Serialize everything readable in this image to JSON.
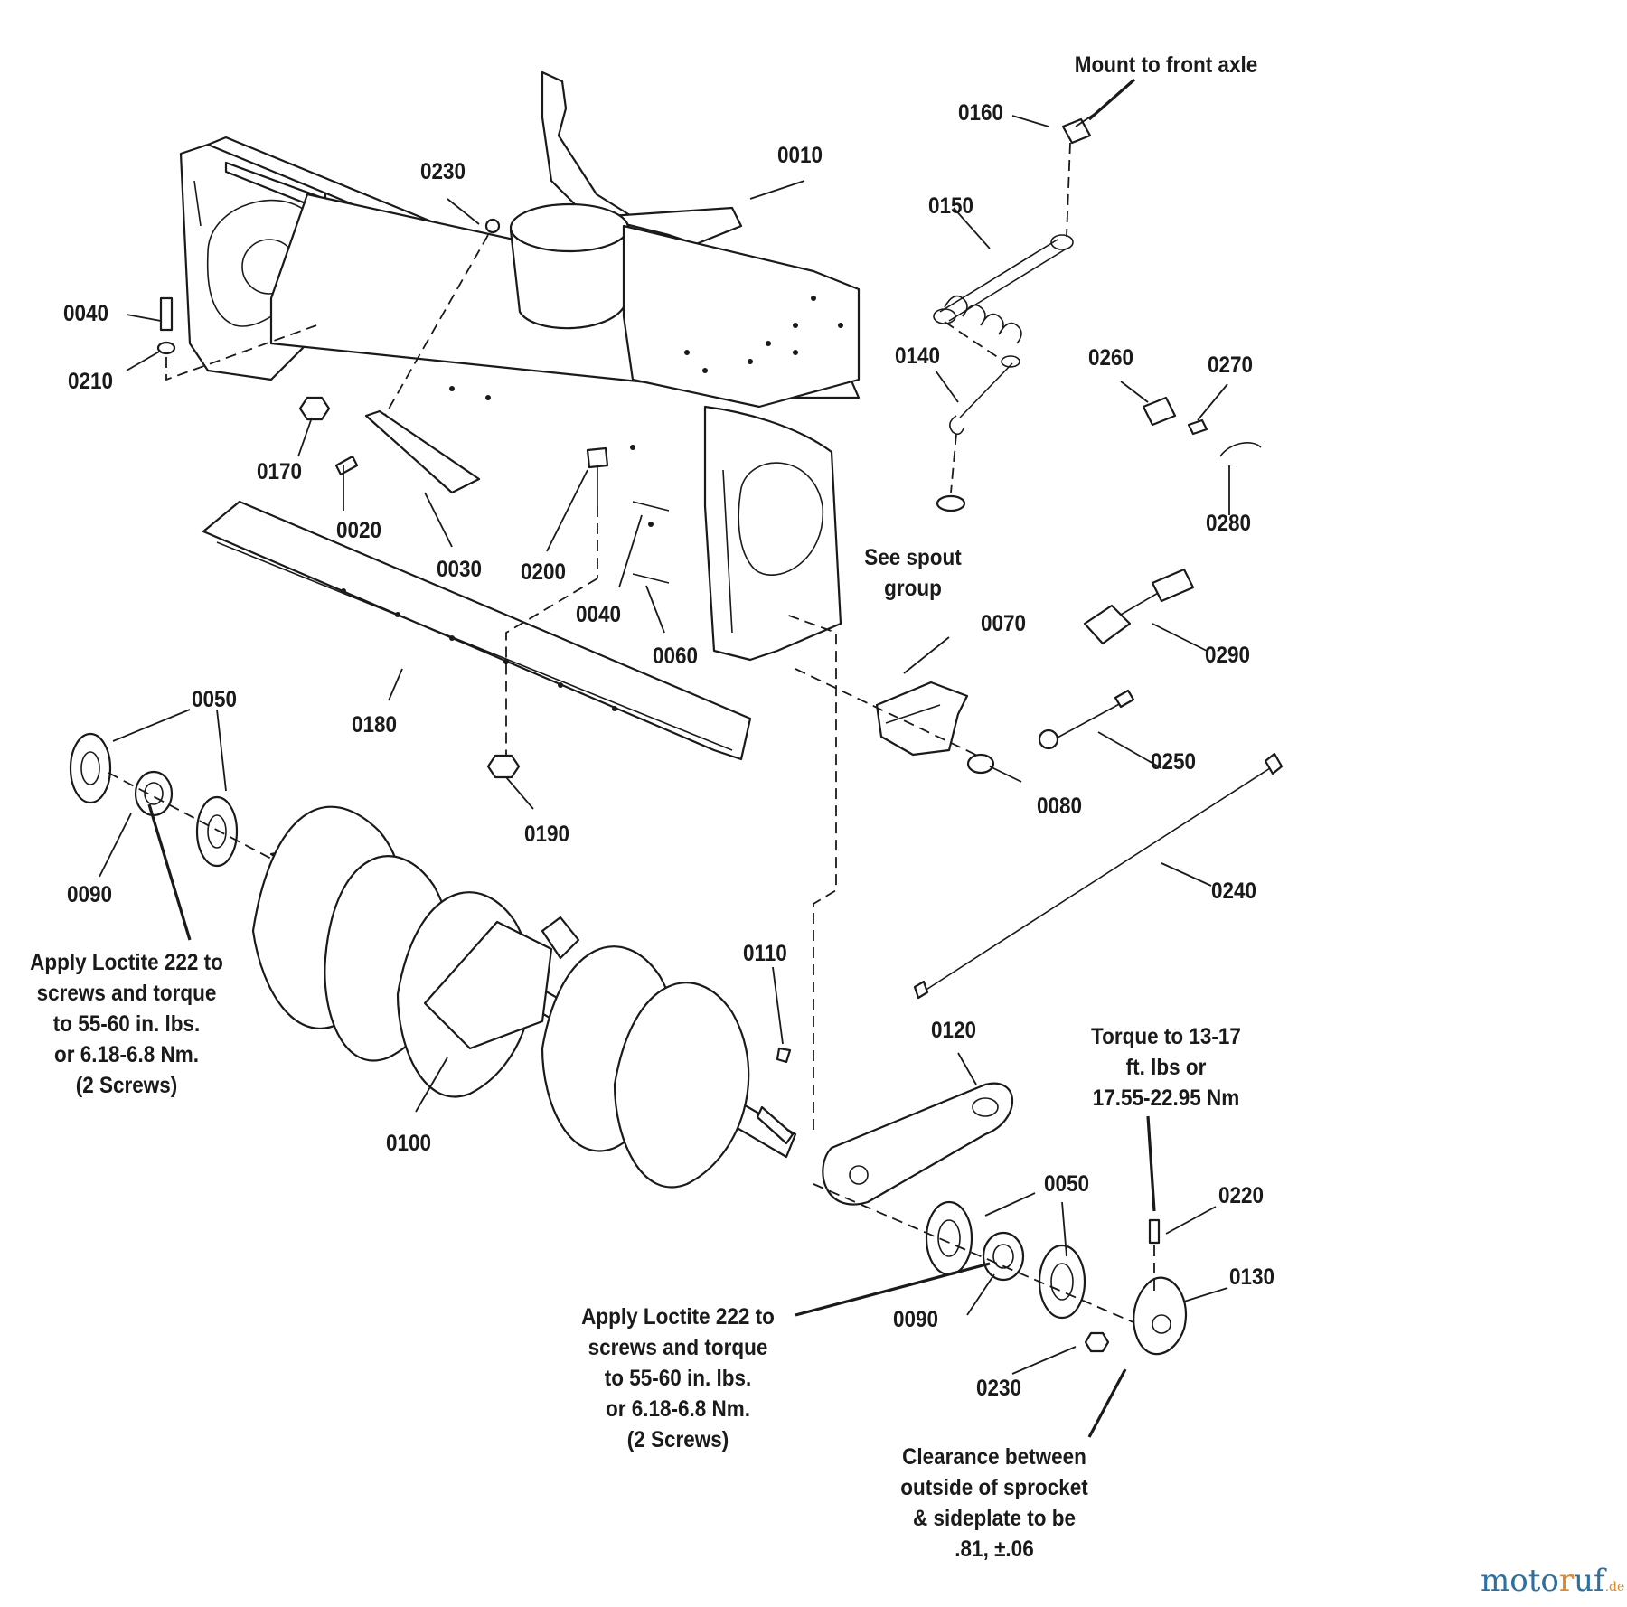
{
  "parts": [
    {
      "id": "p0010",
      "label": "0010"
    },
    {
      "id": "p0020",
      "label": "0020"
    },
    {
      "id": "p0030",
      "label": "0030"
    },
    {
      "id": "p0040a",
      "label": "0040"
    },
    {
      "id": "p0040b",
      "label": "0040"
    },
    {
      "id": "p0050a",
      "label": "0050"
    },
    {
      "id": "p0050b",
      "label": "0050"
    },
    {
      "id": "p0060",
      "label": "0060"
    },
    {
      "id": "p0070",
      "label": "0070"
    },
    {
      "id": "p0080",
      "label": "0080"
    },
    {
      "id": "p0090a",
      "label": "0090"
    },
    {
      "id": "p0090b",
      "label": "0090"
    },
    {
      "id": "p0100",
      "label": "0100"
    },
    {
      "id": "p0110",
      "label": "0110"
    },
    {
      "id": "p0120",
      "label": "0120"
    },
    {
      "id": "p0130",
      "label": "0130"
    },
    {
      "id": "p0140",
      "label": "0140"
    },
    {
      "id": "p0150",
      "label": "0150"
    },
    {
      "id": "p0160",
      "label": "0160"
    },
    {
      "id": "p0170",
      "label": "0170"
    },
    {
      "id": "p0180",
      "label": "0180"
    },
    {
      "id": "p0190",
      "label": "0190"
    },
    {
      "id": "p0200",
      "label": "0200"
    },
    {
      "id": "p0210",
      "label": "0210"
    },
    {
      "id": "p0220",
      "label": "0220"
    },
    {
      "id": "p0230a",
      "label": "0230"
    },
    {
      "id": "p0230b",
      "label": "0230"
    },
    {
      "id": "p0240",
      "label": "0240"
    },
    {
      "id": "p0250",
      "label": "0250"
    },
    {
      "id": "p0260",
      "label": "0260"
    },
    {
      "id": "p0270",
      "label": "0270"
    },
    {
      "id": "p0280",
      "label": "0280"
    },
    {
      "id": "p0290",
      "label": "0290"
    }
  ],
  "notes": {
    "mount": [
      "Mount to front axle"
    ],
    "spout": [
      "See spout",
      "group"
    ],
    "loctite_left": [
      "Apply Loctite 222 to",
      "screws and torque",
      "to 55-60 in. lbs.",
      "or 6.18-6.8 Nm.",
      "(2 Screws)"
    ],
    "loctite_right": [
      "Apply Loctite 222 to",
      "screws and torque",
      "to 55-60 in. lbs.",
      "or 6.18-6.8 Nm.",
      "(2 Screws)"
    ],
    "torque": [
      "Torque to 13-17",
      "ft. lbs or",
      "17.55-22.95 Nm"
    ],
    "clearance": [
      "Clearance between",
      "outside of sprocket",
      "& sideplate to be",
      ".81, ±.06"
    ]
  },
  "watermark": {
    "part1": "moto",
    "part2": "r",
    "part3": "uf",
    "suffix": ".de"
  }
}
